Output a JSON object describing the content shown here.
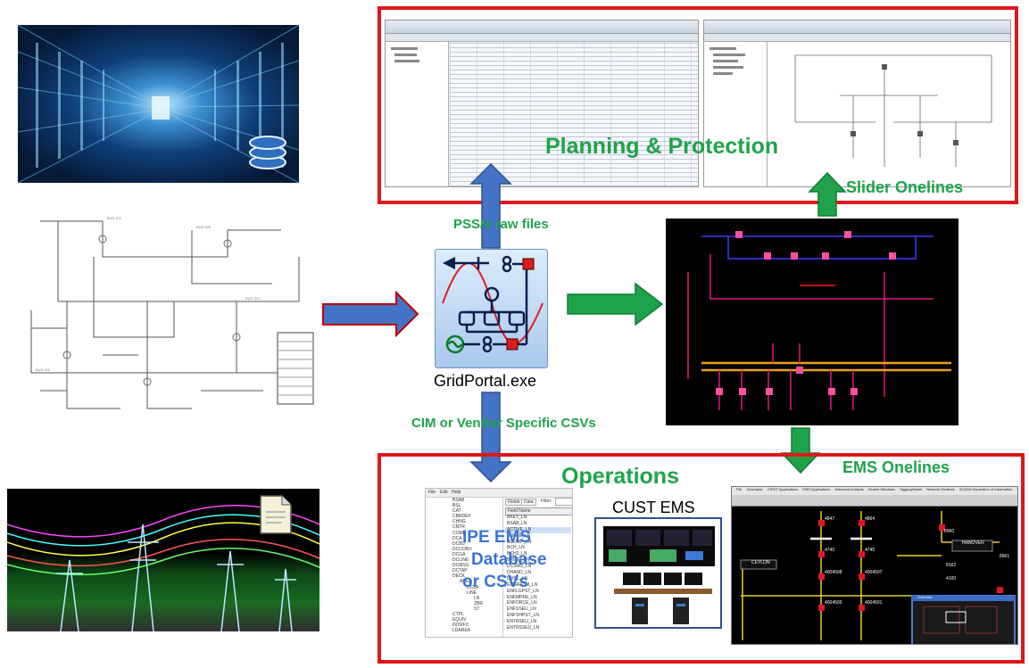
{
  "labels": {
    "planning": "Planning & Protection",
    "slider": "Slider Onelines",
    "pss": "PSS/e raw files",
    "gridportal": "GridPortal.exe",
    "cim": "CIM or Vendor Specific CSVs",
    "operations": "Operations",
    "cust_ems": "CUST EMS",
    "ems_onelines": "EMS Onelines",
    "ipe_line1": "IPE EMS",
    "ipe_line2": "Database",
    "ipe_line3": "or CSVs"
  },
  "db_tree": {
    "menu": [
      "File",
      "Edit",
      "Help"
    ],
    "items": [
      "BSAB",
      "BSL",
      "CAT",
      "CBRDEF",
      "CHNG",
      "CNTR",
      "COMP",
      "DCA",
      "DCBD",
      "DCCONV",
      "DCGA",
      "DCLINE",
      "DCMSS",
      "DCTAP",
      "DECK",
      "AREA",
      "DCLA",
      "LINE",
      "LN",
      "ZBR",
      "ST",
      "CTPL",
      "EQUIV",
      "INTRFC",
      "LDAREA"
    ],
    "tabs": [
      "Fields",
      "Data"
    ],
    "filter_label": "Filter:",
    "field_header": "Field Name",
    "fields": [
      "BKEY_LN",
      "BSAB_LN",
      "ACTIVE_LN",
      "ANGLE_LN",
      "BCOMP_LN",
      "BCH_LN",
      "BCH2_LN",
      "BRIMP_LN",
      "DCSMS_LN",
      "DHAND_LN",
      "DMSL_LN",
      "EMSRSSM_LN",
      "ENFLGPST_LN",
      "ENFMPRE_LN",
      "ENFORCE_LN",
      "ENFSSEU_LN",
      "ENFSHPST_LN",
      "ENTRSEU_LN",
      "ENTRSSEU_LN"
    ]
  },
  "ems": {
    "menu": [
      "File",
      "Descriptor",
      "CRDIT Applications",
      "EMS Applications",
      "Historical Analysis",
      "Search Windows",
      "Tagging/Notes",
      "Network Onelines",
      "SCADA Separation of Information",
      "Help"
    ],
    "nodes": [
      "4847",
      "4740",
      "4864",
      "4745",
      "4004508",
      "4004507",
      "4004509",
      "4004501",
      "8960",
      "8162",
      "4100",
      "8961"
    ],
    "badges": [
      "CEYLON",
      "HANOVER"
    ],
    "mini_title": "Overview"
  },
  "colors": {
    "frame_red": "#e0161b",
    "label_green": "#1fa34a",
    "arrow_blue": "#4472c4",
    "arrow_green": "#1fa34a",
    "label_blue": "#3b73d6"
  },
  "icons": [
    "database-icon",
    "document-icon",
    "gridportal-app-icon"
  ]
}
